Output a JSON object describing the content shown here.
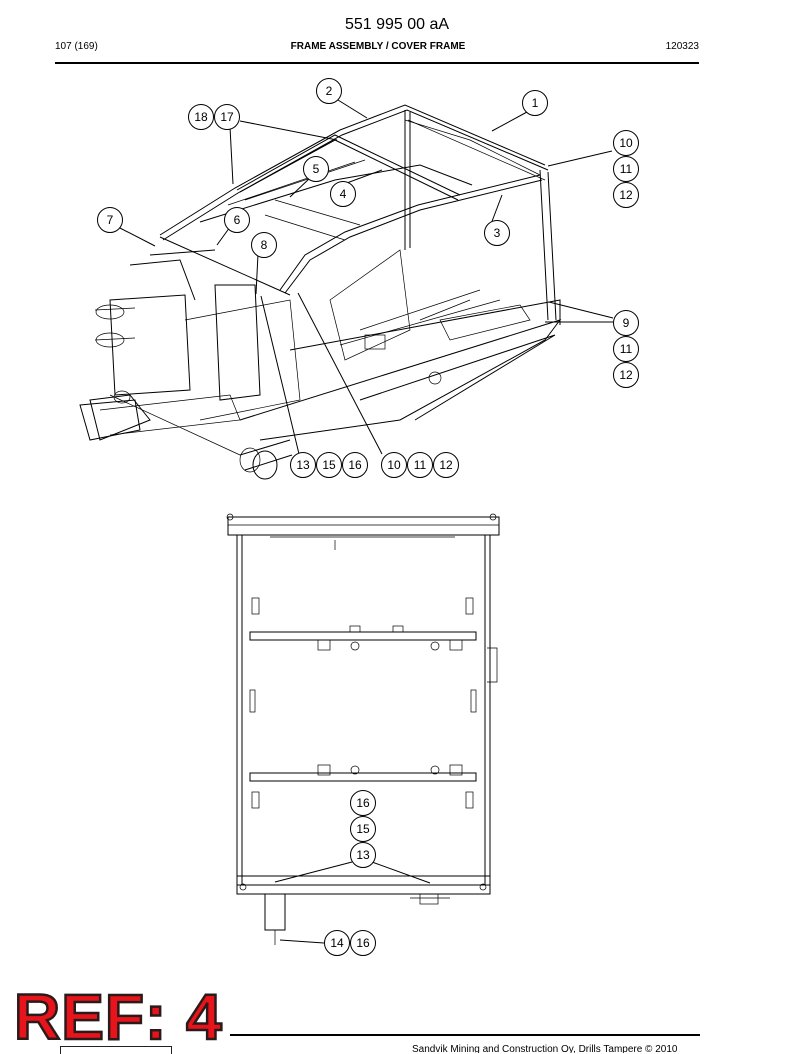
{
  "header": {
    "doc_number": "551 995 00 aA",
    "page_count": "107 (169)",
    "section_title": "FRAME ASSEMBLY / COVER FRAME",
    "date_code": "120323"
  },
  "footer": {
    "copyright": "Sandvik Mining and Construction Oy, Drills Tampere © 2010"
  },
  "stamp": {
    "text": "REF: 4",
    "color": "#e8141b"
  },
  "callouts_top": {
    "b1": "1",
    "b2": "2",
    "b3": "3",
    "b4": "4",
    "b5": "5",
    "b6": "6",
    "b7": "7",
    "b8": "8",
    "b9": "9",
    "b10a": "10",
    "b11a": "11",
    "b12a": "12",
    "b11b": "11",
    "b12b": "12",
    "b13": "13",
    "b15": "15",
    "b16": "16",
    "b10c": "10",
    "b11c": "11",
    "b12c": "12",
    "b17": "17",
    "b18": "18"
  },
  "callouts_bottom": {
    "b16": "16",
    "b15": "15",
    "b13": "13",
    "b14": "14",
    "b16b": "16"
  }
}
